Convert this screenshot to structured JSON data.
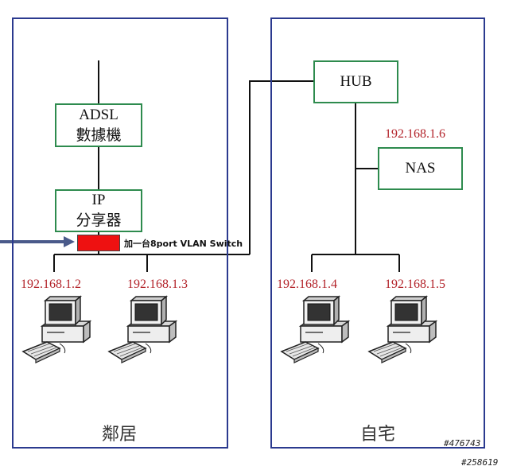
{
  "panels": {
    "left_label": "鄰居",
    "right_label": "自宅"
  },
  "devices": {
    "adsl": [
      "ADSL",
      "數據機"
    ],
    "router": [
      "IP",
      "分享器"
    ],
    "hub": "HUB",
    "nas": "NAS"
  },
  "ips": {
    "nas": "192.168.1.6",
    "pc1": "192.168.1.2",
    "pc2": "192.168.1.3",
    "pc3": "192.168.1.4",
    "pc4": "192.168.1.5"
  },
  "switch_annotation": "加一台8port VLAN Switch",
  "watermarks": {
    "inner": "#476743",
    "outer": "#258619"
  },
  "colors": {
    "panel_border": "#2b3a8f",
    "device_border": "#2e8b4e",
    "ip_text": "#b3232a",
    "switch_fill": "#ee1111",
    "arrow": "#4a5a8a"
  }
}
